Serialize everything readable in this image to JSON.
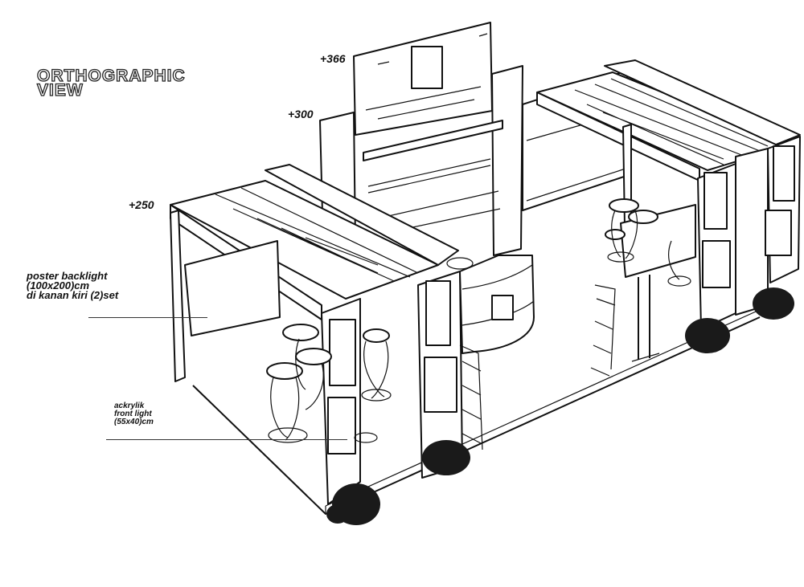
{
  "title": {
    "line1": "ORTHOGRAPHIC",
    "line2": "VIEW"
  },
  "elevations": [
    "+366",
    "+300",
    "+250"
  ],
  "annotations": {
    "poster": {
      "line1": "poster backlight",
      "line2": "(100x200)cm",
      "line3": "di kanan kiri (2)set"
    },
    "acrylic": {
      "line1": "ackrylik",
      "line2": "front light",
      "line3": "(55x40)cm"
    }
  },
  "colors": {
    "line": "#111111",
    "paper": "#ffffff",
    "shade": "#e9e9e9"
  }
}
